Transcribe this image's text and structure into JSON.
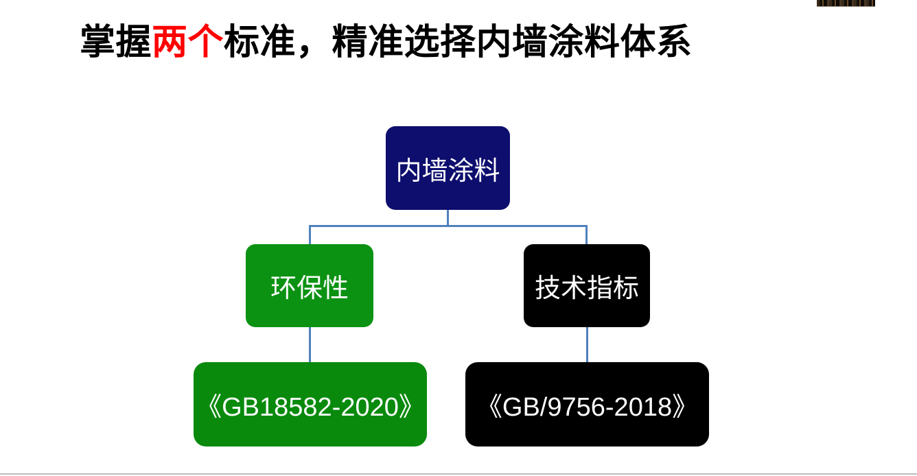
{
  "title": {
    "prefix": "掌握",
    "highlight": "两个",
    "suffix": "标准，精准选择内墙涂料体系",
    "text_color": "#000000",
    "highlight_color": "#ff0000"
  },
  "diagram": {
    "connector_color": "#4f81bd",
    "root": {
      "label": "内墙涂料",
      "fill": "#0e0e6e",
      "text_color": "#ffffff"
    },
    "branches": [
      {
        "label": "环保性",
        "fill": "#0c9213",
        "text_color": "#ffffff",
        "standard": {
          "label": "《GB18582-2020》",
          "fill": "#098a0d",
          "text_color": "#ffffff"
        }
      },
      {
        "label": "技术指标",
        "fill": "#000000",
        "text_color": "#ffffff",
        "standard": {
          "label": "《GB/9756-2018》",
          "fill": "#000000",
          "text_color": "#ffffff"
        }
      }
    ]
  },
  "footer": {
    "divider_color": "#bdbdbd"
  }
}
